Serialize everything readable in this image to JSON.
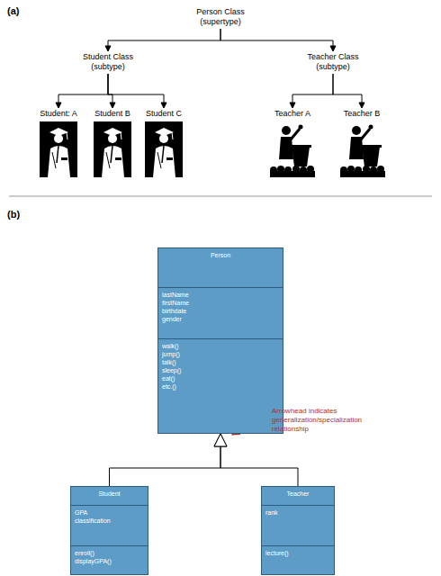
{
  "diagram": {
    "nodes": [
      {
        "text": [
          "Person Class",
          "(supertype)"
        ]
      },
      {
        "text": [
          "Student Class",
          "(subtype)"
        ]
      },
      {
        "text": [
          "Teacher Class",
          "(subtype)"
        ]
      },
      {
        "text": [
          "Student: A"
        ]
      },
      {
        "text": [
          "Student B"
        ]
      },
      {
        "text": [
          "Student C"
        ]
      },
      {
        "text": [
          "Teacher A"
        ]
      },
      {
        "text": [
          "Teacher B"
        ]
      },
      {
        "text": [
          "Person",
          "lastName firstName birthdate gender",
          "walk() jump() talk() sleep() eat() etc.()"
        ]
      },
      {
        "text": [
          "Student",
          "GPA classification",
          "enroll() displayGPA()"
        ]
      },
      {
        "text": [
          "Teacher",
          "rank",
          "lecture()"
        ]
      }
    ],
    "edges": [
      {
        "from": 0,
        "to": 1,
        "arrow": "to"
      },
      {
        "from": 0,
        "to": 2,
        "arrow": "to"
      },
      {
        "from": 1,
        "to": 3,
        "arrow": "to"
      },
      {
        "from": 1,
        "to": 4,
        "arrow": "to"
      },
      {
        "from": 1,
        "to": 5,
        "arrow": "to"
      },
      {
        "from": 2,
        "to": 6,
        "arrow": "to"
      },
      {
        "from": 2,
        "to": 7,
        "arrow": "to"
      },
      {
        "from": 9,
        "to": 8,
        "arrow": "to"
      },
      {
        "from": 10,
        "to": 8,
        "arrow": "to"
      }
    ],
    "labels": [
      "(a)",
      "(b)",
      "Arrowhead indicates generalization/specialization relationship"
    ]
  }
}
